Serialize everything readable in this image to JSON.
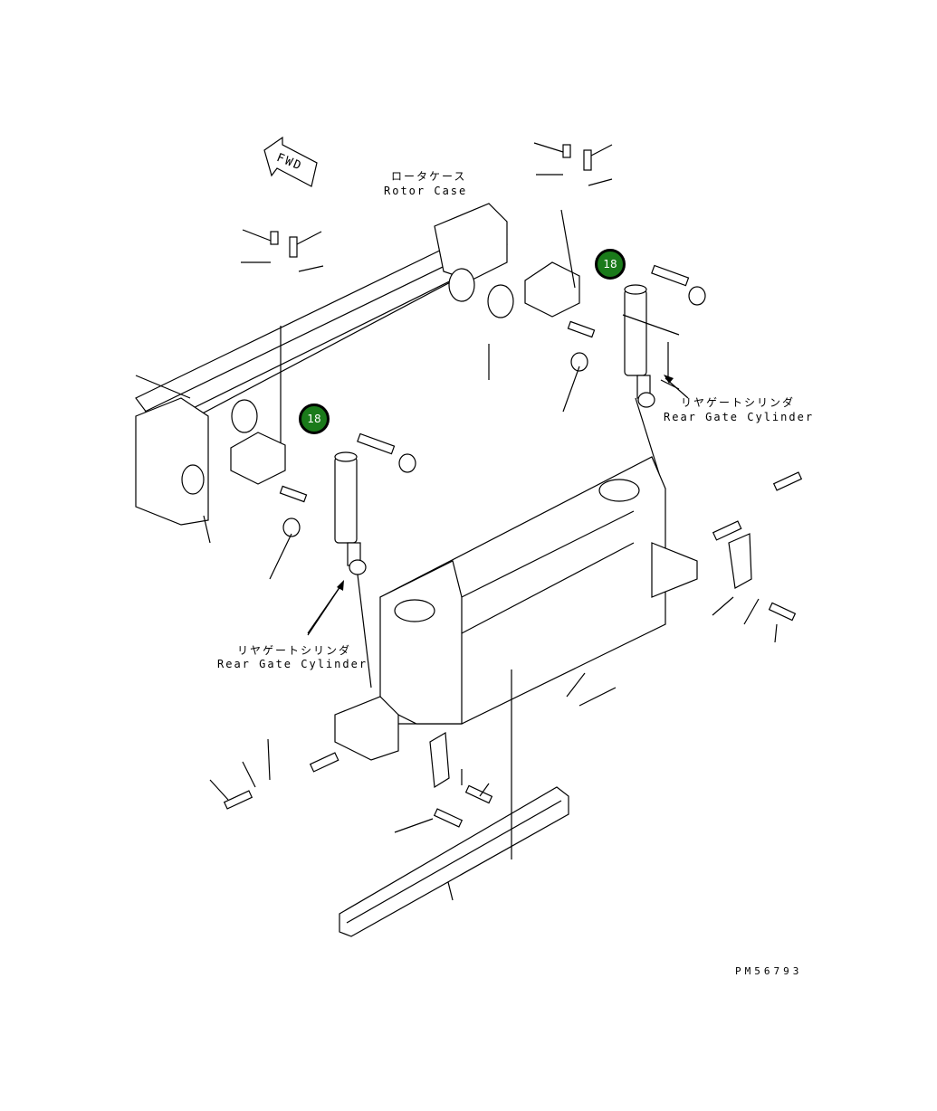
{
  "labels": {
    "fwd": "FWD",
    "rotor_case_jp": "ロータケース",
    "rotor_case_en": "Rotor Case",
    "rear_gate_right_jp": "リヤゲートシリンダ",
    "rear_gate_right_en": "Rear Gate Cylinder",
    "rear_gate_left_jp": "リヤゲートシリンダ",
    "rear_gate_left_en": "Rear Gate Cylinder",
    "drawing_number": "PM56793"
  },
  "callouts": [
    {
      "number": "18",
      "color": "#1a7a1a"
    },
    {
      "number": "18",
      "color": "#1a7a1a"
    }
  ]
}
